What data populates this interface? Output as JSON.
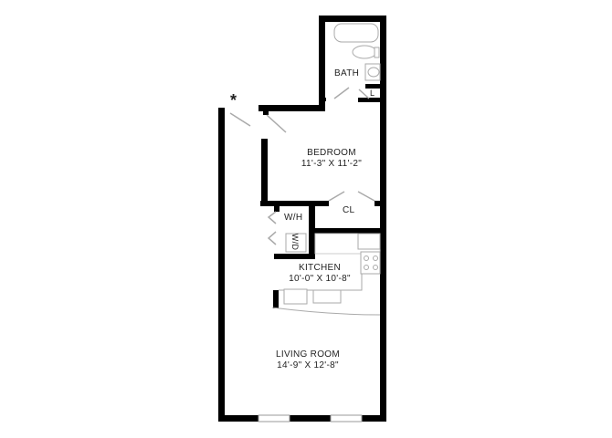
{
  "plan": {
    "wall_color": "#000000",
    "fixture_color": "#bbbbbb",
    "entry_marker": "*",
    "rooms": {
      "bath": {
        "name": "BATH"
      },
      "linen": {
        "name": "L"
      },
      "bedroom": {
        "name": "BEDROOM",
        "dims": "11'-3\" X 11'-2\""
      },
      "closet": {
        "name": "CL"
      },
      "water_heater": {
        "name": "W/H"
      },
      "washer_dryer": {
        "name": "W/D"
      },
      "kitchen": {
        "name": "KITCHEN",
        "dims": "10'-0\" X 10'-8\""
      },
      "living": {
        "name": "LIVING ROOM",
        "dims": "14'-9\" X 12'-8\""
      }
    }
  }
}
